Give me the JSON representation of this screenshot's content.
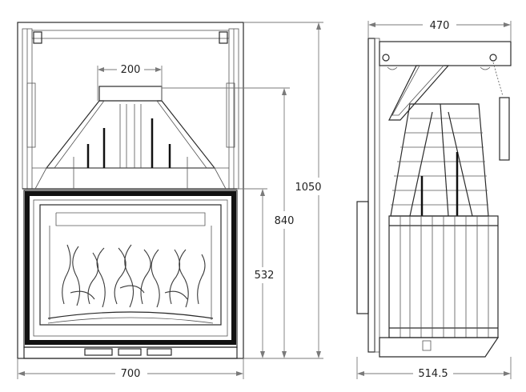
{
  "front_view": {
    "dimensions": {
      "width": "700",
      "hood_width": "200",
      "total_height": "1050",
      "hood_height": "840",
      "door_height": "532"
    }
  },
  "side_view": {
    "dimensions": {
      "top_depth": "470",
      "bottom_depth": "514.5"
    }
  }
}
